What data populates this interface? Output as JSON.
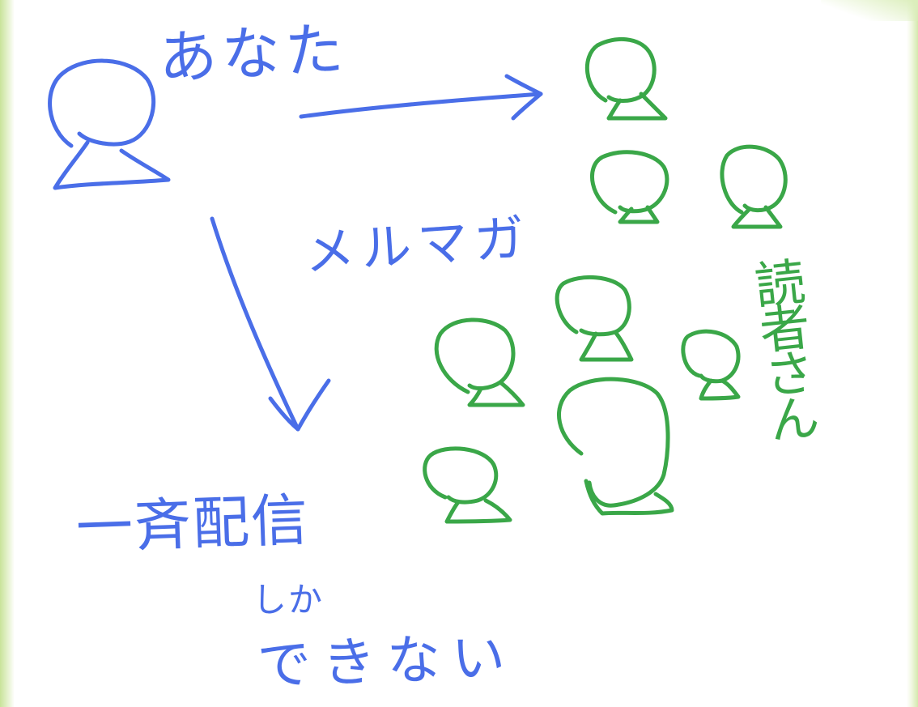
{
  "labels": {
    "you": "あなた",
    "mail_magazine": "メルマガ",
    "readers": "読者さん",
    "broadcast": "一斉配信",
    "shika": "しか",
    "cannot": "できない"
  },
  "colors": {
    "sender": "#4a6ee8",
    "readers": "#3aa748",
    "background": "#ffffff",
    "edge": "#c9e39a"
  },
  "icons": {
    "sender": "person-icon",
    "reader": "person-icon",
    "to_readers": "arrow-right-icon",
    "to_broadcast": "arrow-down-icon"
  }
}
